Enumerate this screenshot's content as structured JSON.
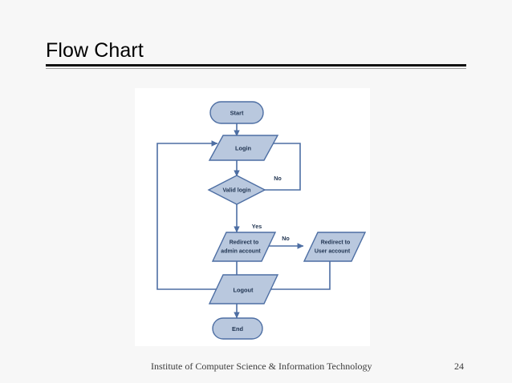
{
  "slide": {
    "title": "Flow Chart",
    "footer_text": "Institute of Computer Science & Information Technology",
    "page_number": "24"
  },
  "theme": {
    "shape_fill": "#b9c8de",
    "shape_stroke": "#4d6ea3",
    "connector_color": "#4d6ea3",
    "label_color": "#1f3350",
    "background": "#f7f7f7",
    "panel_background": "#ffffff",
    "rule_color": "#111111"
  },
  "chart_data": {
    "type": "flowchart",
    "title": "Flow Chart",
    "nodes": [
      {
        "id": "start",
        "label": "Start",
        "shape": "stadium"
      },
      {
        "id": "login",
        "label": "Login",
        "shape": "parallelogram"
      },
      {
        "id": "valid_login",
        "label": "Valid login",
        "shape": "diamond"
      },
      {
        "id": "redirect_admin",
        "label": "Redirect to admin account",
        "line1": "Redirect to",
        "line2": "admin account",
        "shape": "parallelogram"
      },
      {
        "id": "redirect_user",
        "label": "Redirect to User account",
        "line1": "Redirect to",
        "line2": "User account",
        "shape": "parallelogram"
      },
      {
        "id": "logout",
        "label": "Logout",
        "shape": "parallelogram"
      },
      {
        "id": "end",
        "label": "End",
        "shape": "stadium"
      }
    ],
    "edges": [
      {
        "from": "start",
        "to": "login",
        "label": ""
      },
      {
        "from": "login",
        "to": "valid_login",
        "label": ""
      },
      {
        "from": "valid_login",
        "to": "login",
        "label": "No"
      },
      {
        "from": "valid_login",
        "to": "redirect_admin",
        "label": "Yes"
      },
      {
        "from": "redirect_admin",
        "to": "redirect_user",
        "label": "No"
      },
      {
        "from": "redirect_admin",
        "to": "logout",
        "label": ""
      },
      {
        "from": "redirect_user",
        "to": "logout",
        "label": ""
      },
      {
        "from": "logout",
        "to": "login",
        "label": ""
      },
      {
        "from": "logout",
        "to": "end",
        "label": ""
      }
    ],
    "edge_labels": {
      "no_valid_login": "No",
      "yes_valid_login": "Yes",
      "no_redirect": "No"
    }
  }
}
